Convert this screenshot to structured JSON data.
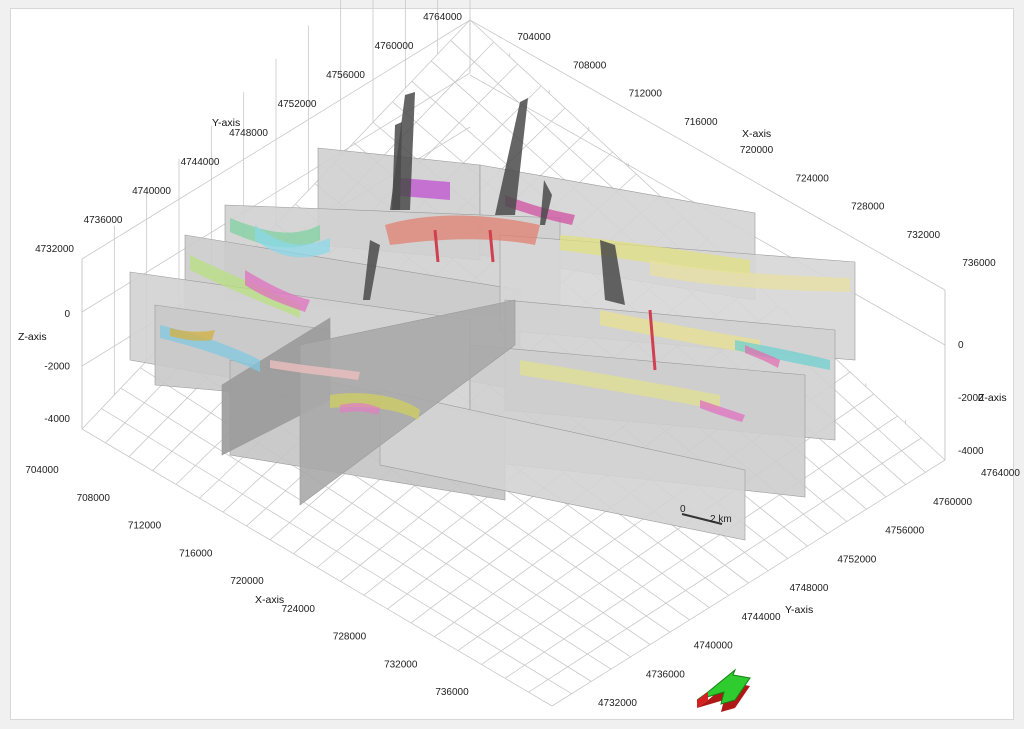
{
  "viewer": {
    "x_axis_label": "X-axis",
    "y_axis_label": "Y-axis",
    "z_axis_label": "Z-axis",
    "y_ticks": [
      "4764000",
      "4760000",
      "4756000",
      "4752000",
      "4748000",
      "4744000",
      "4740000",
      "4736000",
      "4732000"
    ],
    "x_ticks": [
      "704000",
      "708000",
      "712000",
      "716000",
      "720000",
      "724000",
      "728000",
      "732000",
      "736000"
    ],
    "z_ticks": [
      "0",
      "-2000",
      "-4000"
    ],
    "x_ticks_left": [
      "704000",
      "708000",
      "712000",
      "716000",
      "720000",
      "724000",
      "728000",
      "732000",
      "736000"
    ],
    "y_ticks_right": [
      "4764000",
      "4760000",
      "4756000",
      "4752000",
      "4748000",
      "4744000",
      "4740000",
      "4736000",
      "4732000"
    ],
    "z_ticks_right": [
      "0",
      "-2000",
      "-4000"
    ],
    "scale_bar": {
      "start": "0",
      "end": "2 km"
    },
    "colors": {
      "arrow_top": "#2ecc2e",
      "arrow_side": "#d42020",
      "grid": "#c8c8c8",
      "section_bg": "#d2d2d2"
    },
    "navigation_icon": "direction-arrow-icon"
  }
}
